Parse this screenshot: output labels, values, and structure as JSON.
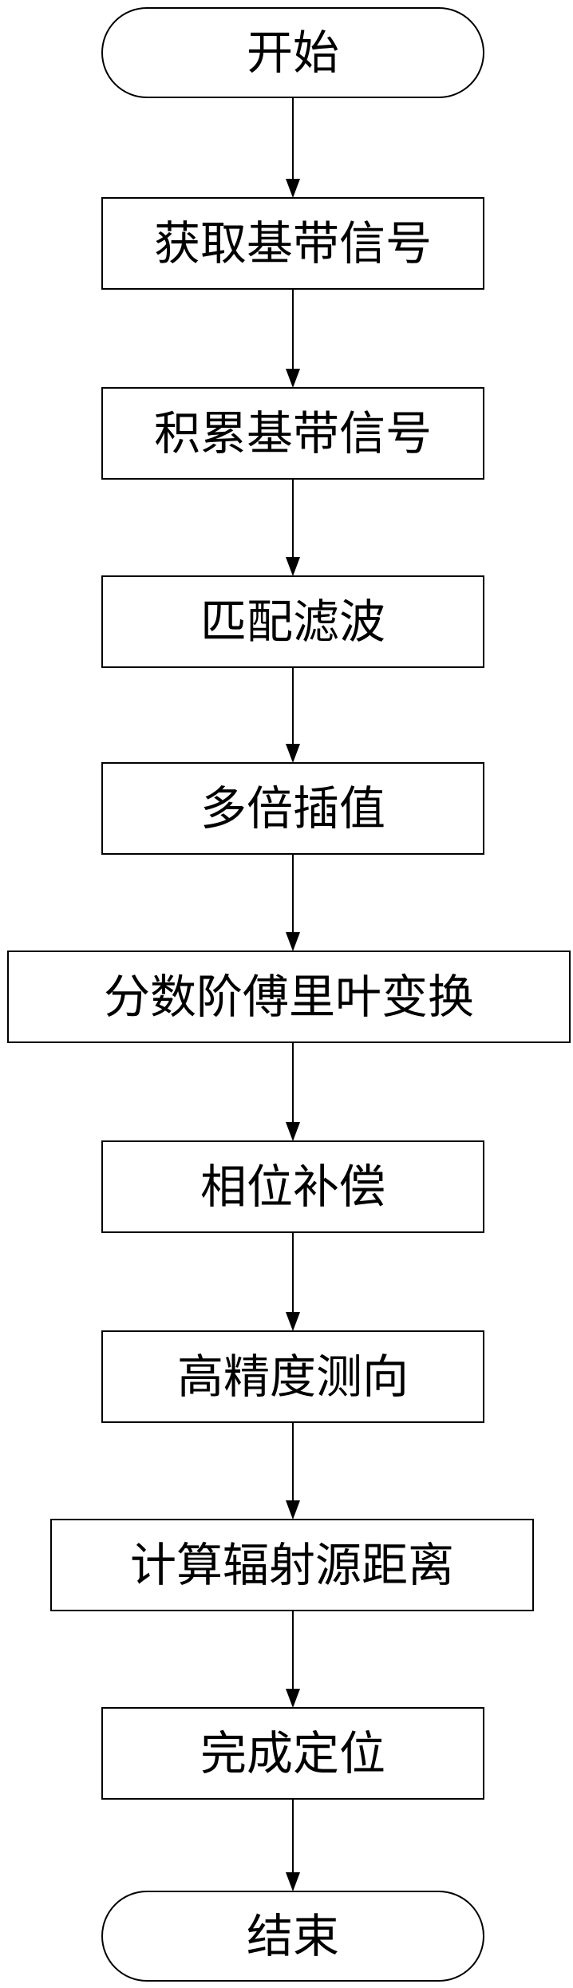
{
  "flowchart": {
    "nodes": [
      {
        "id": "start",
        "shape": "terminal",
        "label": "开始"
      },
      {
        "id": "acquire",
        "shape": "process",
        "label": "获取基带信号"
      },
      {
        "id": "accumulate",
        "shape": "process",
        "label": "积累基带信号"
      },
      {
        "id": "matched-filter",
        "shape": "process",
        "label": "匹配滤波"
      },
      {
        "id": "interpolate",
        "shape": "process",
        "label": "多倍插值"
      },
      {
        "id": "frft",
        "shape": "process",
        "label": "分数阶傅里叶变换"
      },
      {
        "id": "phase-comp",
        "shape": "process",
        "label": "相位补偿"
      },
      {
        "id": "direction",
        "shape": "process",
        "label": "高精度测向"
      },
      {
        "id": "distance",
        "shape": "process",
        "label": "计算辐射源距离"
      },
      {
        "id": "locate",
        "shape": "process",
        "label": "完成定位"
      },
      {
        "id": "end",
        "shape": "terminal",
        "label": "结束"
      }
    ],
    "edges": [
      [
        "start",
        "acquire"
      ],
      [
        "acquire",
        "accumulate"
      ],
      [
        "accumulate",
        "matched-filter"
      ],
      [
        "matched-filter",
        "interpolate"
      ],
      [
        "interpolate",
        "frft"
      ],
      [
        "frft",
        "phase-comp"
      ],
      [
        "phase-comp",
        "direction"
      ],
      [
        "direction",
        "distance"
      ],
      [
        "distance",
        "locate"
      ],
      [
        "locate",
        "end"
      ]
    ]
  }
}
